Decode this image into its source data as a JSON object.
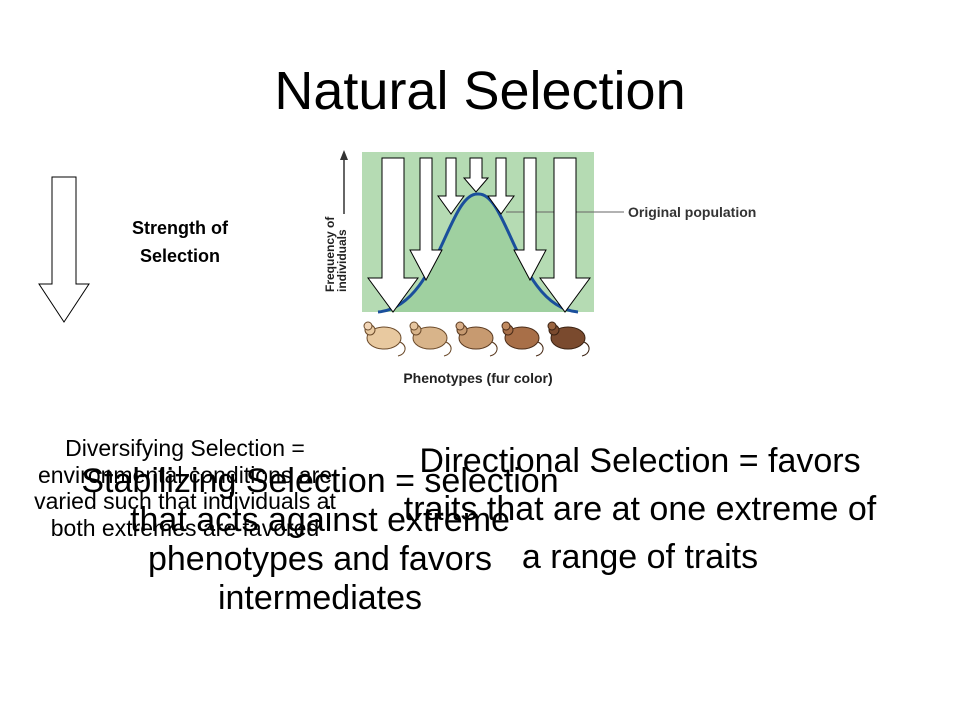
{
  "slide": {
    "title": "Natural Selection",
    "strength_label": "Strength of Selection"
  },
  "figure": {
    "y_axis_label": "Frequency of individuals",
    "x_axis_label": "Phenotypes (fur color)",
    "curve_label": "Original population",
    "background_color": "#b5dbb3",
    "curve_color": "#1a4f9c",
    "mouse_colors": [
      "#e8c9a0",
      "#d8b48a",
      "#c79a70",
      "#a86f48",
      "#7a4a2e"
    ]
  },
  "definitions": {
    "stabilizing": "Stabilizing Selection = selection that acts against extreme phenotypes and favors intermediates",
    "diversifying": "Diversifying Selection = environmental conditions are varied such that individuals at both extremes are favored",
    "directional": "Directional Selection = favors traits that are at one extreme of a range of traits"
  }
}
